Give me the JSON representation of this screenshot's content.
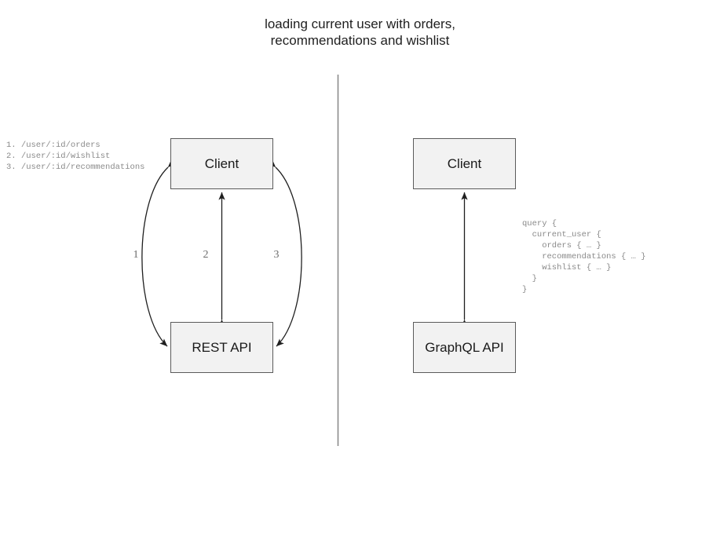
{
  "diagram": {
    "title": "loading current user with orders,\nrecommendations and wishlist",
    "divider_color": "#8c8c8c",
    "node_fill": "#f2f2f2",
    "node_border": "#5b5b5b",
    "label_color": "#6d6d6d",
    "code_color": "#8a8a8a"
  },
  "rest": {
    "client_label": "Client",
    "api_label": "REST API",
    "endpoints": "1. /user/:id/orders\n2. /user/:id/wishlist\n3. /user/:id/recommendations",
    "edges": [
      {
        "number": "1",
        "path": "curved-left",
        "endpoint": "/user/:id/orders"
      },
      {
        "number": "2",
        "path": "straight",
        "endpoint": "/user/:id/wishlist"
      },
      {
        "number": "3",
        "path": "curved-right",
        "endpoint": "/user/:id/recommendations"
      }
    ]
  },
  "graphql": {
    "client_label": "Client",
    "api_label": "GraphQL API",
    "query": "query {\n  current_user {\n    orders { … }\n    recommendations { … }\n    wishlist { … }\n  }\n}"
  }
}
